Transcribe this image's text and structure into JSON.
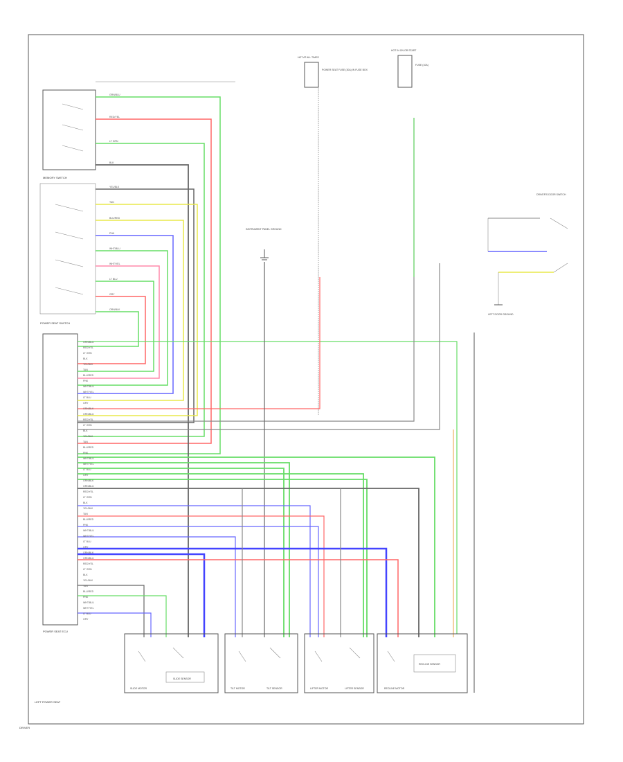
{
  "labels": {
    "memory_switch": "MEMORY SWITCH",
    "powerseat_switch": "POWER SEAT SWITCH",
    "powerseat_ecu": "POWER SEAT ECU",
    "left_powerseat": "LEFT POWER SEAT",
    "footer": "DRIVER",
    "top_fuse_1": "HOT AT ALL TIMES",
    "top_fuse_1_desc": "POWER SEAT FUSE (30A) IN FUSE BOX",
    "top_fuse_2": "HOT IN ON OR START",
    "top_fuse_2_desc": "FUSE (10A)",
    "ground_label": "INSTRUMENT PANEL GROUND",
    "door_switch_desc": "DRIVER'S DOOR SWITCH",
    "ground_left": "LEFT DOOR GROUND",
    "motor_labels": [
      "SLIDE MOTOR",
      "SLIDE SENSOR",
      "TILT MOTOR",
      "TILT SENSOR",
      "LIFTER MOTOR",
      "LIFTER SENSOR",
      "RECLINE MOTOR",
      "RECLINE SENSOR"
    ]
  },
  "wire_colors": {
    "green": "#66dd66",
    "red": "#ff6666",
    "blue": "#6666ff",
    "yellow": "#e8e84a",
    "pink": "#ff88aa",
    "black": "#666666",
    "gray": "#aaaaaa",
    "orange": "#e8a040"
  },
  "wire_codes": [
    "GRN/BLU",
    "RED/YEL",
    "LT GRN",
    "BLK",
    "YEL/BLK",
    "TAN",
    "BLU/RED",
    "PNK",
    "WHT/BLU",
    "WHT/YEL",
    "LT BLU",
    "GRY",
    "ORN/BLK"
  ]
}
